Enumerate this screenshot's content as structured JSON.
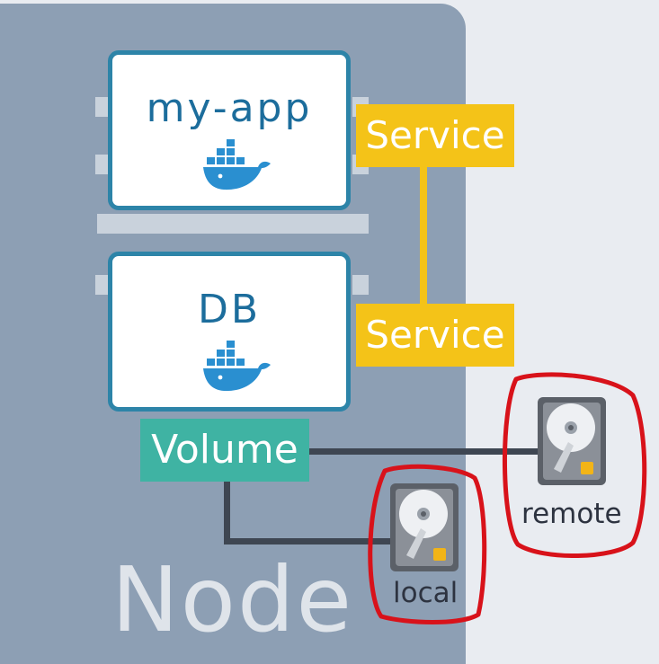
{
  "node": {
    "label": "Node"
  },
  "pods": [
    {
      "title": "my-app",
      "icon": "docker-whale-icon"
    },
    {
      "title": "DB",
      "icon": "docker-whale-icon"
    }
  ],
  "services": [
    {
      "label": "Service"
    },
    {
      "label": "Service"
    }
  ],
  "volume": {
    "label": "Volume"
  },
  "storage": {
    "local": {
      "label": "local",
      "icon": "hard-drive-icon"
    },
    "remote": {
      "label": "remote",
      "icon": "hard-drive-icon"
    }
  },
  "colors": {
    "node": "#8d9fb4",
    "pod_border": "#2d84a8",
    "service": "#f4c318",
    "volume": "#3fb3a3",
    "highlight": "#d8121a"
  }
}
